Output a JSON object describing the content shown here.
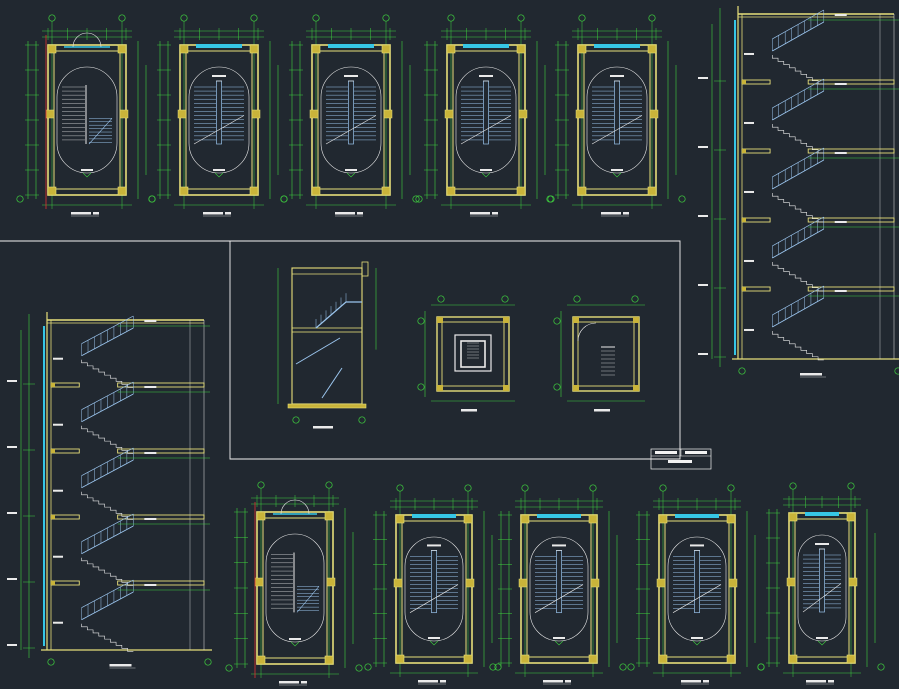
{
  "drawing": {
    "background": "#212830",
    "colors": {
      "wall": "#e7df7a",
      "dim": "#3fd23f",
      "stair": "#9bc5ee",
      "glass": "#36c6e6",
      "white": "#eaeaea",
      "frame": "#f2f2f2",
      "hatch": "#c9b43a",
      "red": "#e03030"
    },
    "icons": [
      "stair-plan-icon",
      "stair-section-icon",
      "door-swing-icon",
      "grid-bubble-icon"
    ],
    "title_block_lines": 3
  },
  "plans_top": [
    {
      "type": "ground"
    },
    {
      "type": "oval"
    },
    {
      "type": "oval"
    },
    {
      "type": "oval"
    },
    {
      "type": "oval"
    }
  ],
  "plans_bottom": [
    {
      "type": "ground"
    },
    {
      "type": "oval"
    },
    {
      "type": "oval"
    },
    {
      "type": "oval"
    },
    {
      "type": "oval"
    }
  ],
  "sections": {
    "right": {
      "floors": 5
    },
    "left": {
      "floors": 5
    }
  },
  "inset_views": [
    "small-section",
    "small-plan-a",
    "small-plan-b"
  ]
}
